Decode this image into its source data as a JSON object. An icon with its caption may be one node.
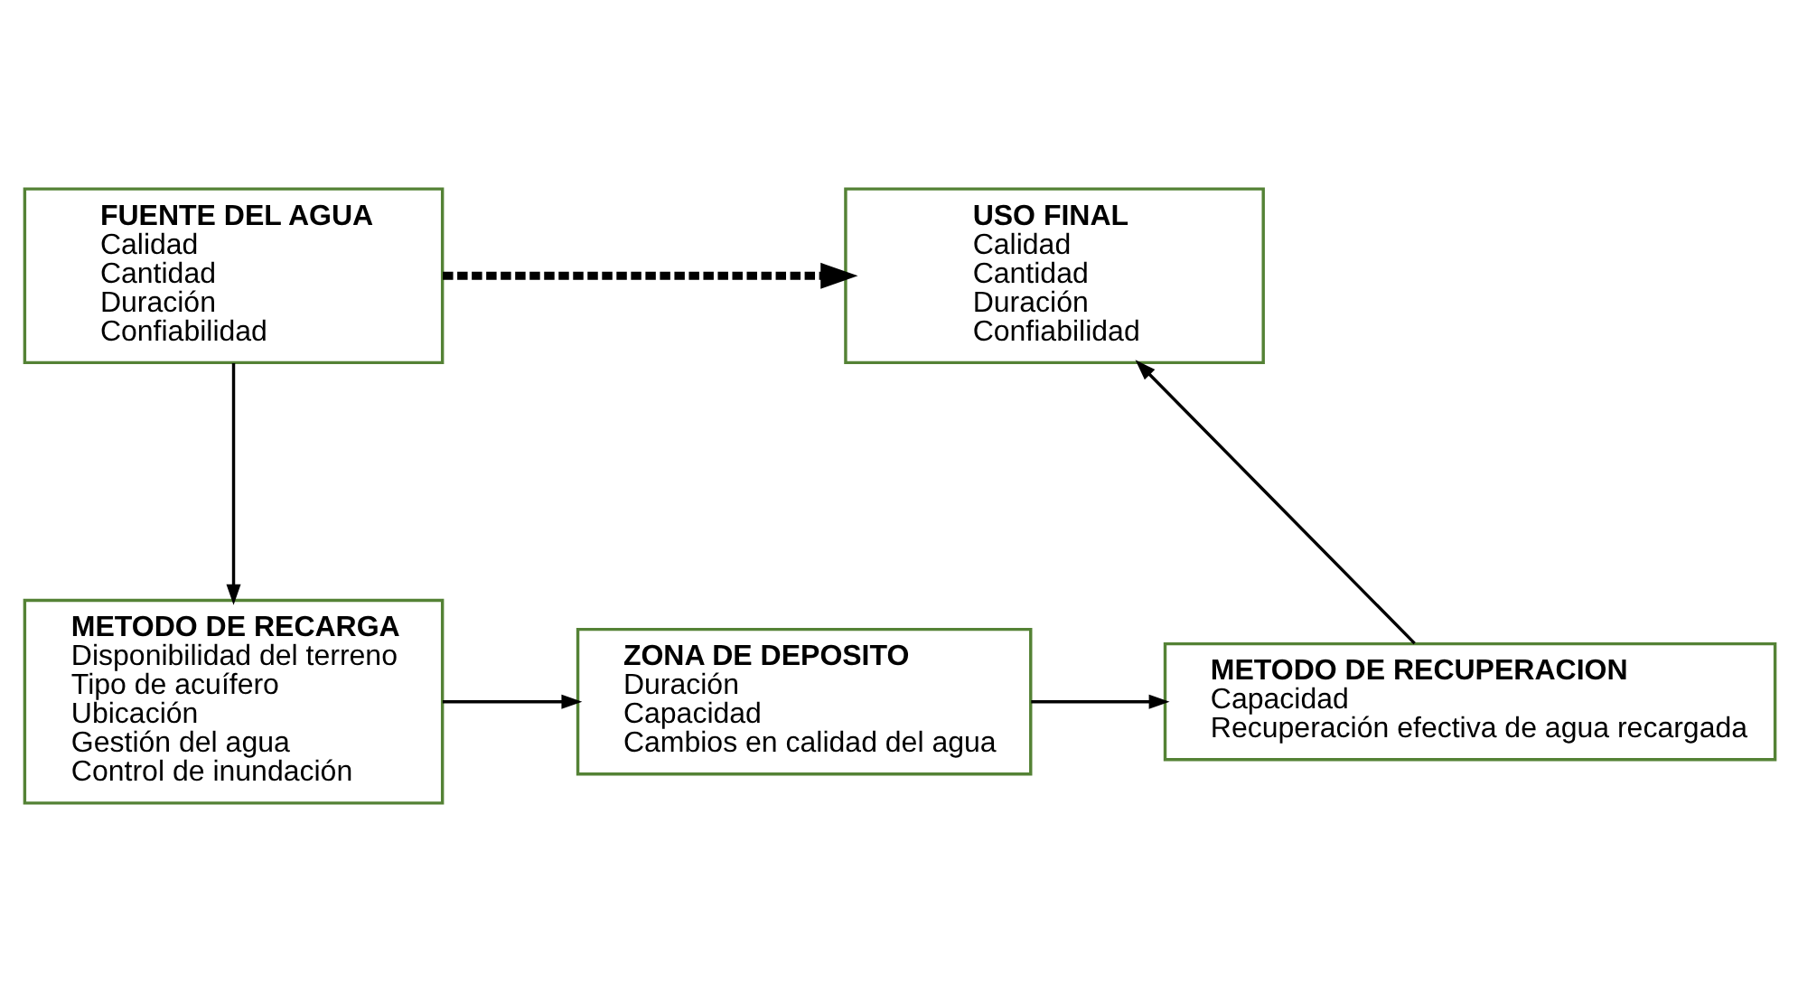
{
  "diagram": {
    "nodes": [
      {
        "text": [
          "FUENTE DEL AGUA",
          "Calidad",
          "Cantidad",
          "Duración",
          "Confiabilidad"
        ]
      },
      {
        "text": [
          "METODO DE RECARGA",
          "Disponibilidad del terreno",
          "Tipo de acuífero",
          "Ubicación",
          "Gestión del agua",
          "Control de inundación"
        ]
      },
      {
        "text": [
          "ZONA DE DEPOSITO",
          "Duración",
          "Capacidad",
          "Cambios en calidad del agua"
        ]
      },
      {
        "text": [
          "METODO DE RECUPERACION",
          "Capacidad",
          "Recuperación efectiva de agua recargada"
        ]
      },
      {
        "text": [
          "USO FINAL",
          "Calidad",
          "Cantidad",
          "Duración",
          "Confiabilidad"
        ]
      }
    ],
    "edges": [
      {
        "from": 0,
        "to": 4,
        "arrow": "to",
        "style": "dashed"
      },
      {
        "from": 0,
        "to": 1,
        "arrow": "to"
      },
      {
        "from": 1,
        "to": 2,
        "arrow": "to"
      },
      {
        "from": 2,
        "to": 3,
        "arrow": "to"
      },
      {
        "from": 3,
        "to": 4,
        "arrow": "to"
      }
    ]
  }
}
